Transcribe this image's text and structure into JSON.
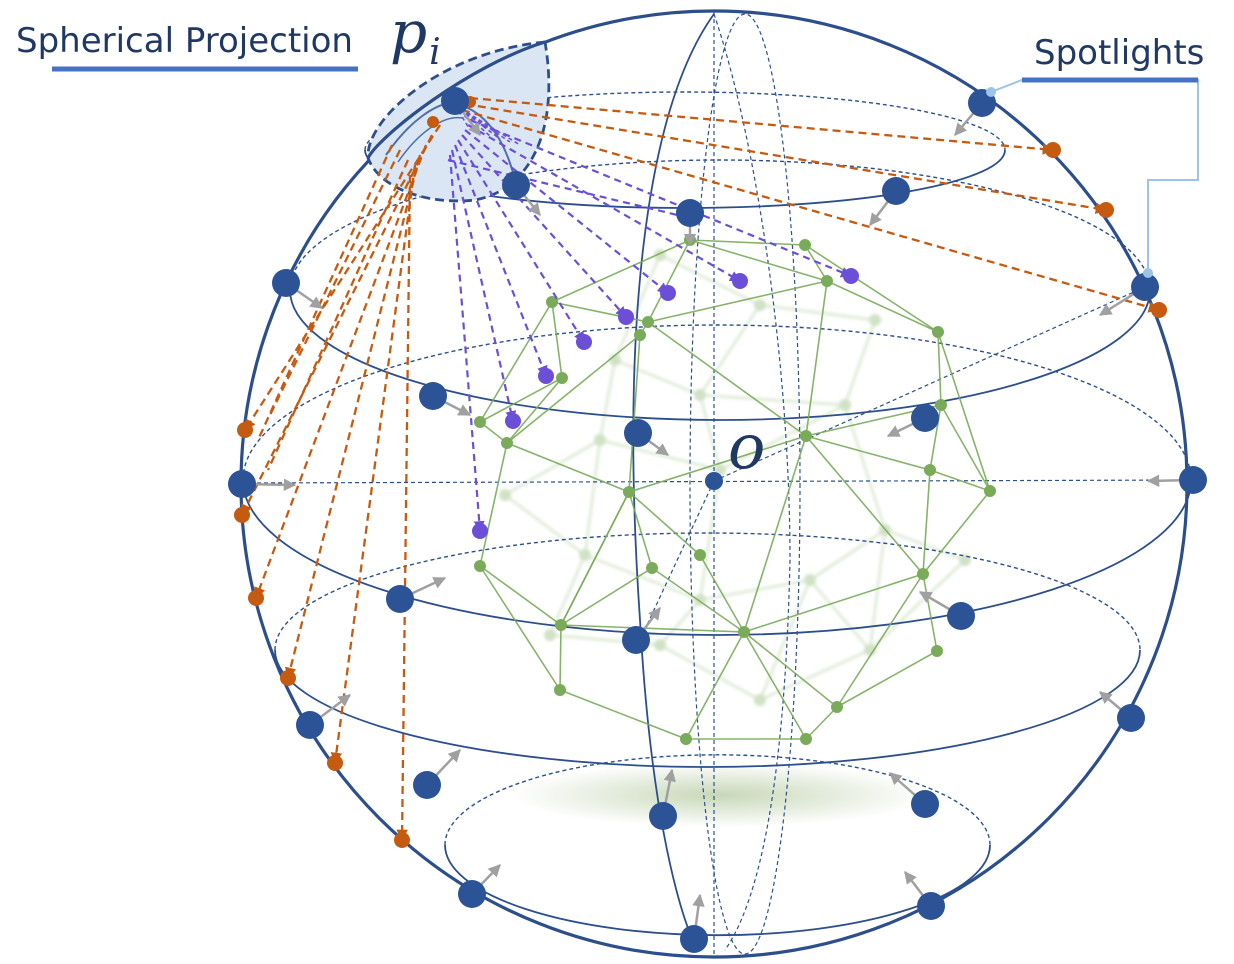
{
  "labels": {
    "spherical_projection": "Spherical Projection",
    "p": "p",
    "p_sub": "i",
    "spotlights": "Spotlights",
    "origin": "o"
  },
  "colors": {
    "sphere": "#2c4f8c",
    "spotlight": "#2c5395",
    "mesh": "#7aab5a",
    "orange": "#c55a11",
    "purple": "#6b4fd6",
    "gray_arrow": "#a0a0a0",
    "callout": "#9dc3e6",
    "underline": "#4472c4",
    "cap_fill": "#dbe6f4"
  }
}
